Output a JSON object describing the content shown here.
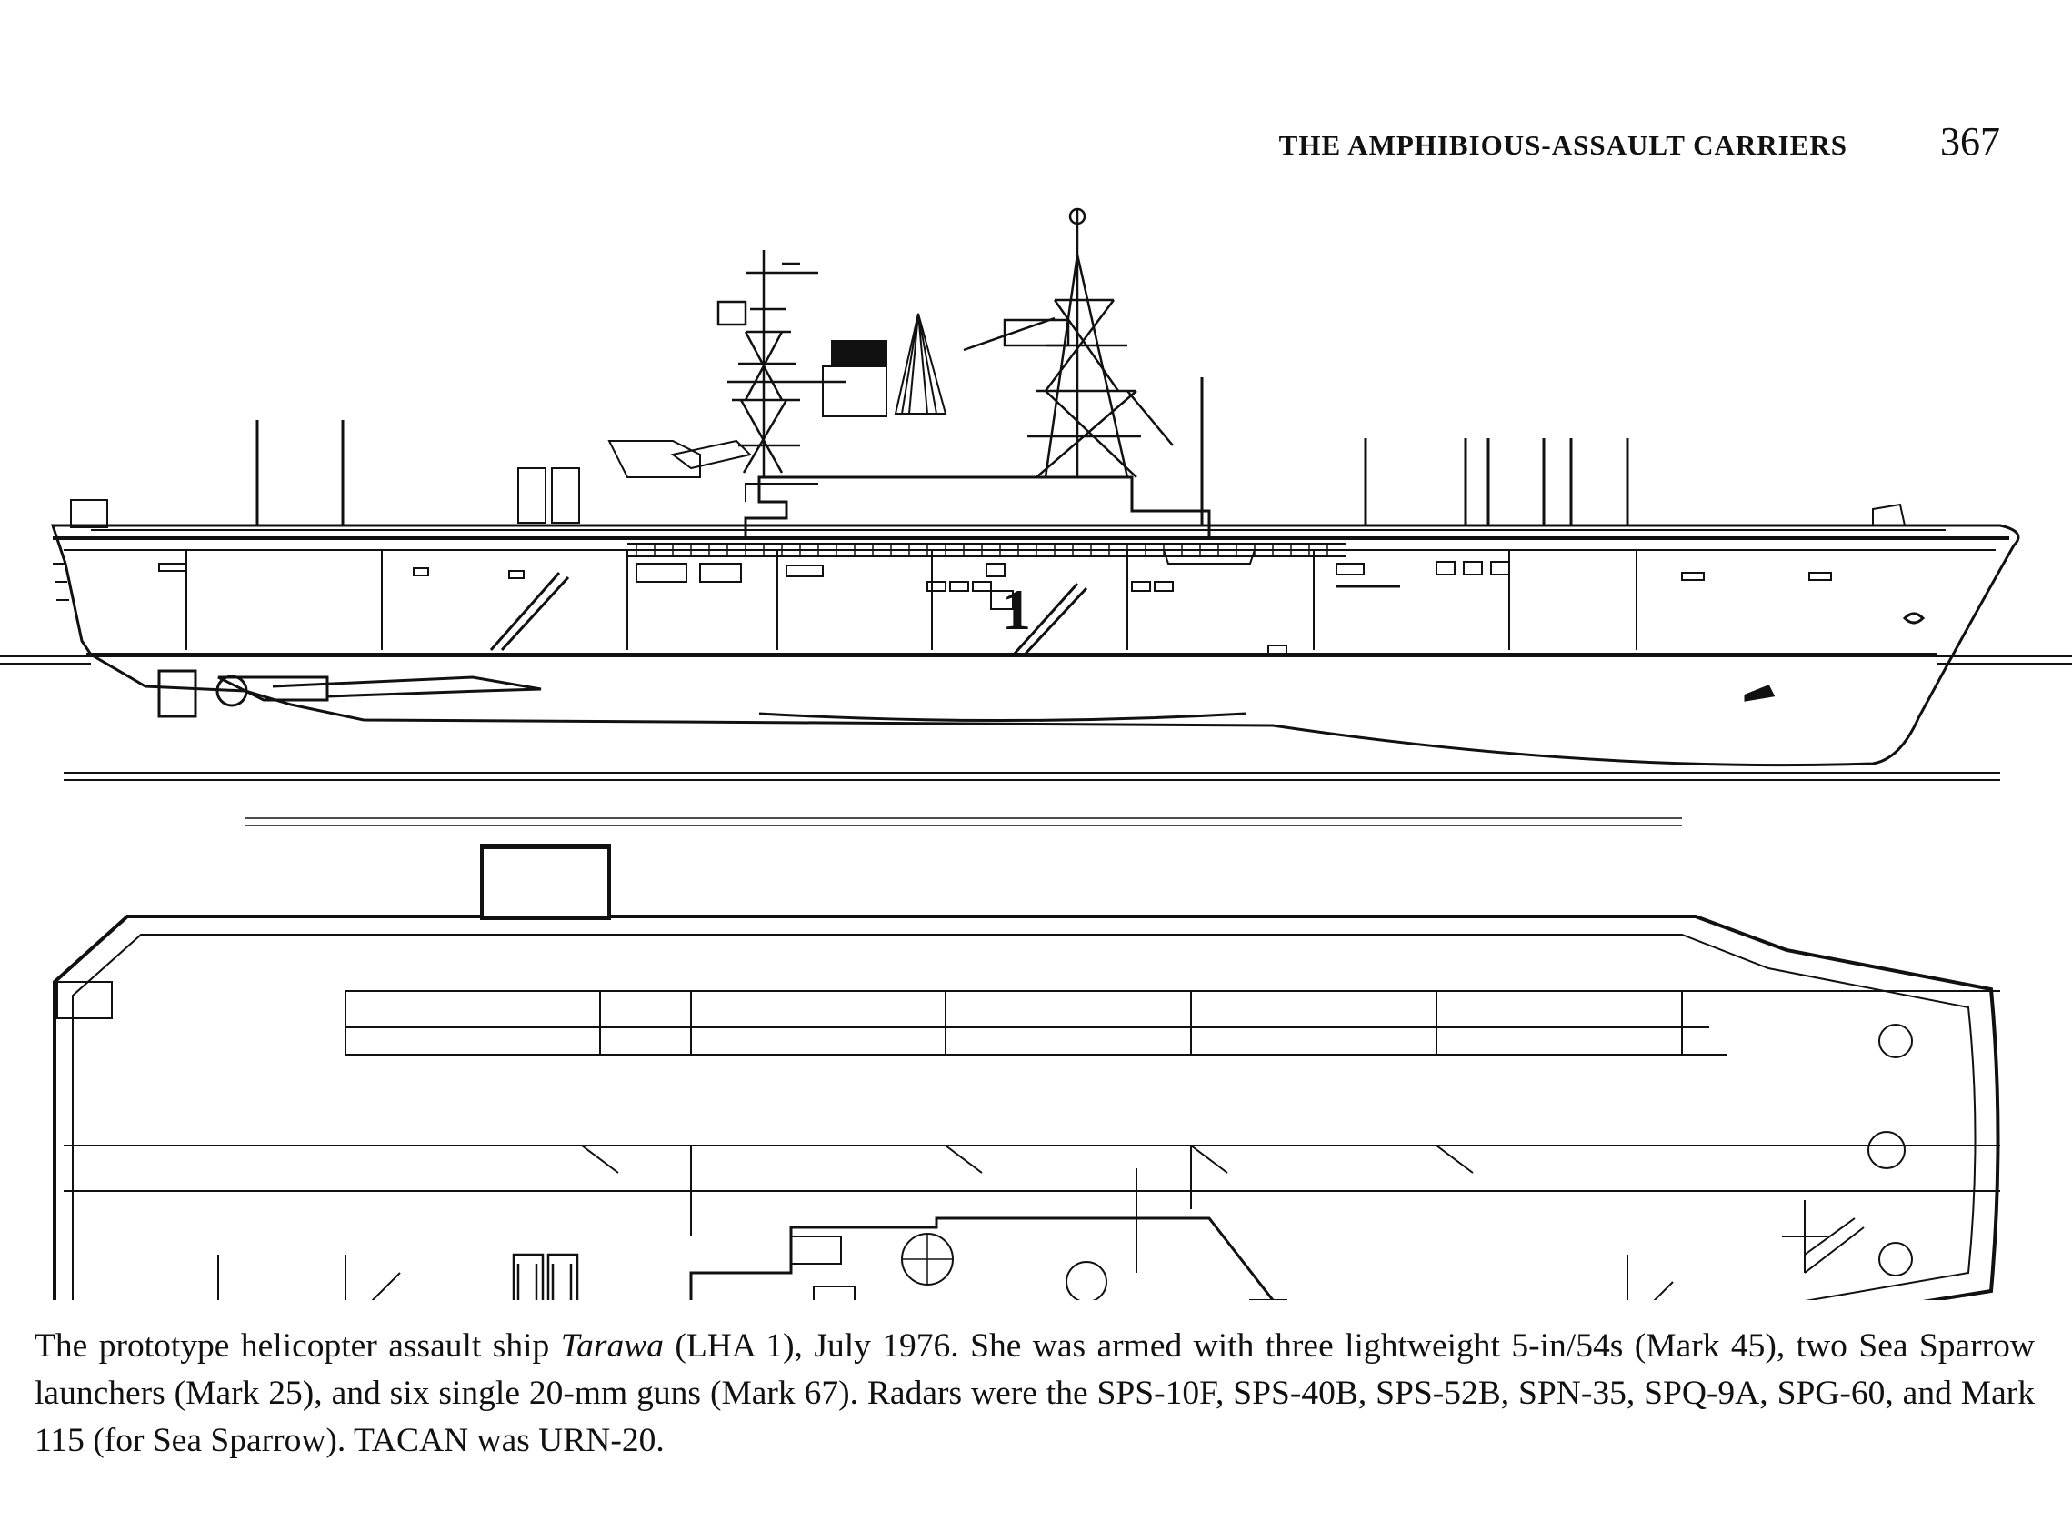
{
  "header": {
    "running_title": "THE AMPHIBIOUS-ASSAULT CARRIERS",
    "page_number": "367"
  },
  "drawing": {
    "hull_number": "1"
  },
  "caption": {
    "part1": "The prototype helicopter assault ship ",
    "ship_name": "Tarawa",
    "part2": " (LHA 1), July 1976. She was armed with three lightweight 5-in/54s (Mark 45), two Sea Sparrow launchers (Mark 25), and six single 20-mm guns (Mark 67). Radars were the SPS-10F, SPS-40B, SPS-52B, SPN-35, SPQ-9A, SPG-60, and Mark 115 (for Sea Sparrow). TACAN was URN-20."
  }
}
